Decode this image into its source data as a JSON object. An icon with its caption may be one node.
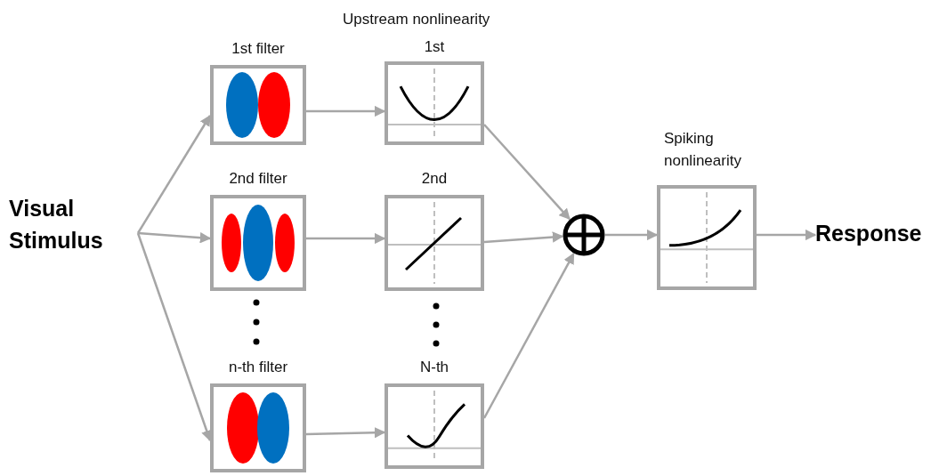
{
  "diagram": {
    "nodes": [
      {
        "text": [
          "Visual Stimulus"
        ]
      },
      {
        "text": [
          "1st filter"
        ]
      },
      {
        "text": [
          "2nd filter"
        ]
      },
      {
        "text": [
          "n-th filter"
        ]
      },
      {
        "text": [
          "1st"
        ]
      },
      {
        "text": [
          "2nd"
        ]
      },
      {
        "text": [
          "N-th"
        ]
      },
      {
        "text": [],
        "shape": "circle"
      },
      {
        "text": [
          "Spiking nonlinearity"
        ]
      },
      {
        "text": [
          "Response"
        ]
      }
    ],
    "edges": [
      {
        "from": 0,
        "to": 1,
        "arrow": "to"
      },
      {
        "from": 0,
        "to": 2,
        "arrow": "to"
      },
      {
        "from": 0,
        "to": 3,
        "arrow": "to"
      },
      {
        "from": 1,
        "to": 4,
        "arrow": "to"
      },
      {
        "from": 2,
        "to": 5,
        "arrow": "to"
      },
      {
        "from": 3,
        "to": 6,
        "arrow": "to"
      },
      {
        "from": 4,
        "to": 7,
        "arrow": "to"
      },
      {
        "from": 5,
        "to": 7,
        "arrow": "to"
      },
      {
        "from": 6,
        "to": 7,
        "arrow": "to"
      },
      {
        "from": 7,
        "to": 8,
        "arrow": "to"
      },
      {
        "from": 8,
        "to": 9,
        "arrow": "to"
      }
    ],
    "labels": [
      "Upstream nonlinearity"
    ]
  }
}
